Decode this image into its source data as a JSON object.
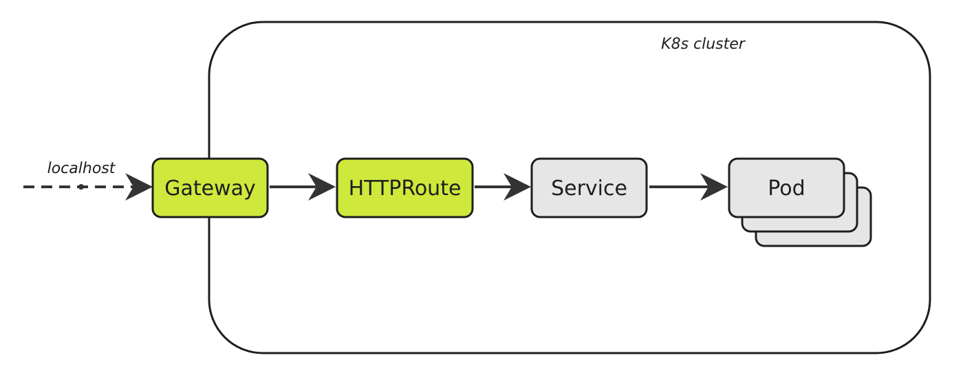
{
  "cluster": {
    "label": "K8s cluster"
  },
  "entry": {
    "label": "localhost"
  },
  "nodes": {
    "gateway": {
      "label": "Gateway",
      "fill": "#cfe83c"
    },
    "httproute": {
      "label": "HTTPRoute",
      "fill": "#cfe83c"
    },
    "service": {
      "label": "Service",
      "fill": "#e6e6e6"
    },
    "pod": {
      "label": "Pod",
      "fill": "#e6e6e6"
    }
  },
  "colors": {
    "stroke": "#1e1e1e",
    "background": "#ffffff"
  }
}
